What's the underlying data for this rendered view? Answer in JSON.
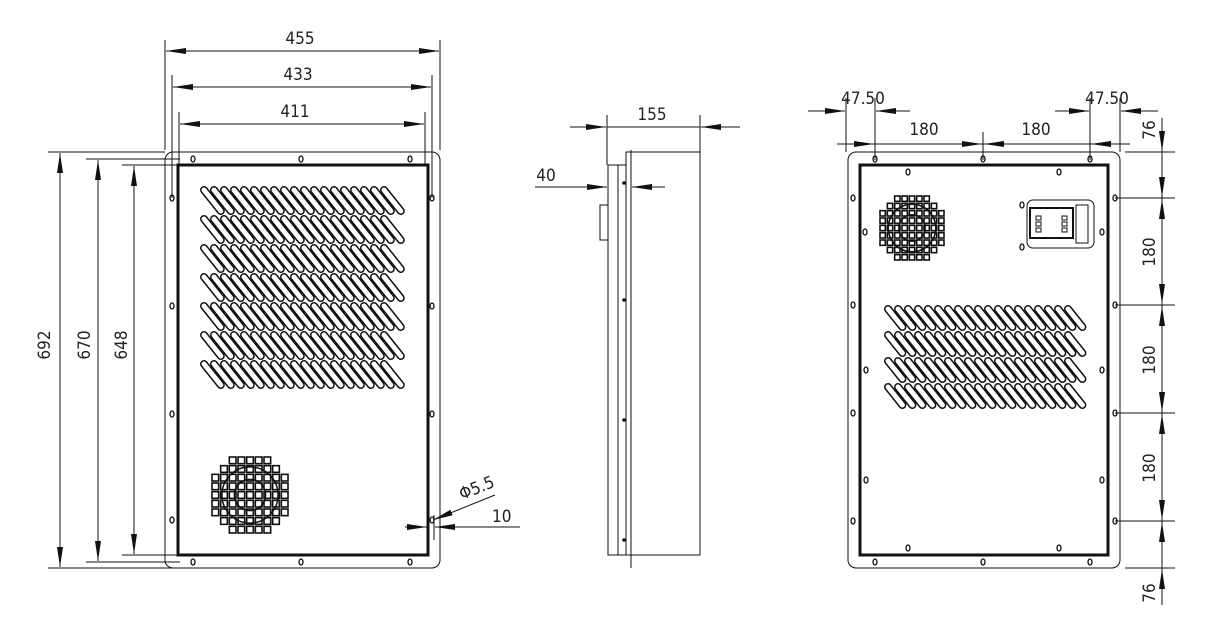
{
  "front_view": {
    "widths": [
      "455",
      "433",
      "411"
    ],
    "heights": [
      "692",
      "670",
      "648"
    ],
    "hole_diameter": "Φ5.5",
    "hole_offset": "10"
  },
  "side_view": {
    "depth": "155",
    "flange": "40"
  },
  "rear_view": {
    "edge_left": "47.50",
    "edge_right": "47.50",
    "pitch_h": [
      "180",
      "180"
    ],
    "vertical": [
      "76",
      "180",
      "180",
      "180",
      "76"
    ]
  },
  "colors": {
    "line": "#111111",
    "background": "#ffffff"
  }
}
